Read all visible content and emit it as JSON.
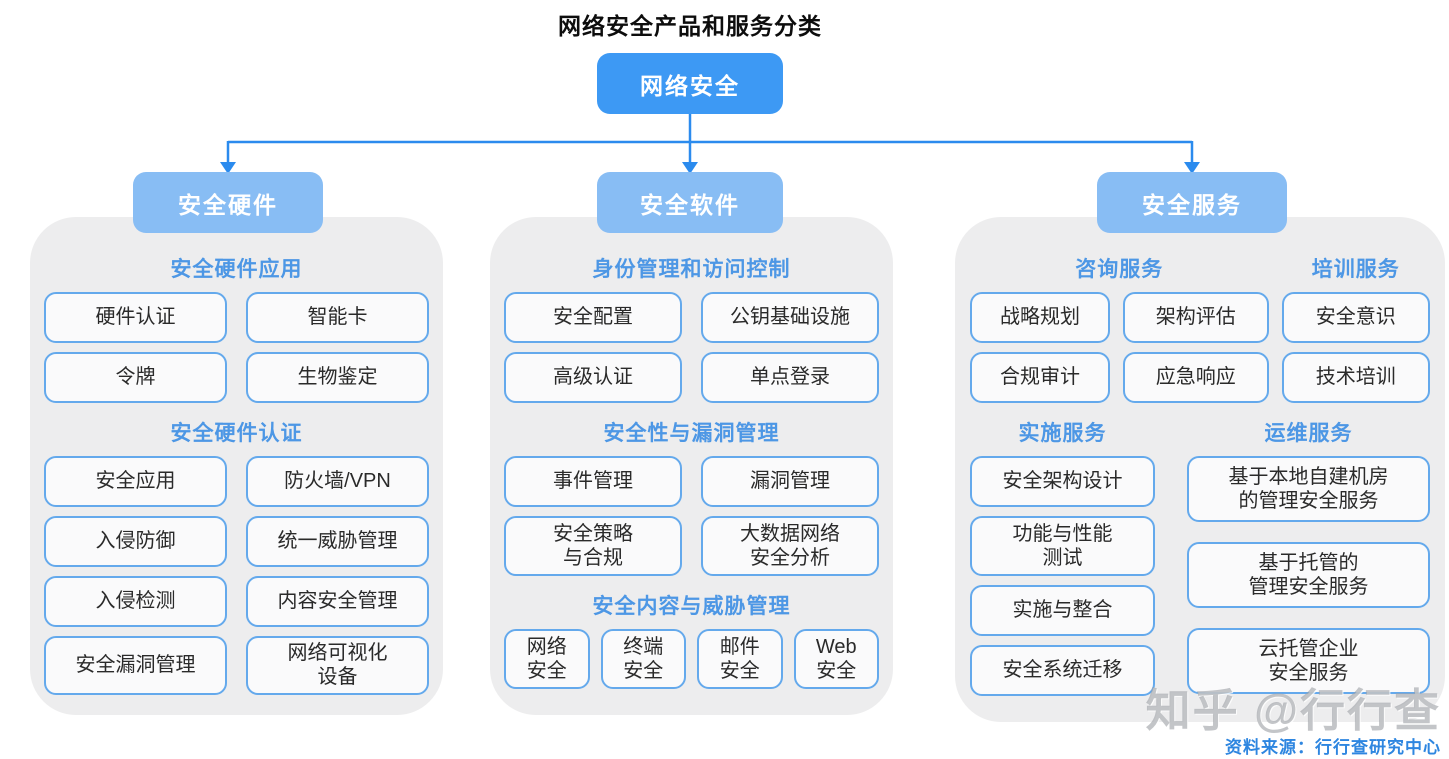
{
  "title": "网络安全产品和服务分类",
  "root": {
    "label": "网络安全"
  },
  "branches": [
    {
      "label": "安全硬件",
      "sections": [
        {
          "heading": "安全硬件应用",
          "items": [
            "硬件认证",
            "智能卡",
            "令牌",
            "生物鉴定"
          ]
        },
        {
          "heading": "安全硬件认证",
          "items": [
            "安全应用",
            "防火墙/VPN",
            "入侵防御",
            "统一威胁管理",
            "入侵检测",
            "内容安全管理",
            "安全漏洞管理",
            "网络可视化\n设备"
          ]
        }
      ]
    },
    {
      "label": "安全软件",
      "sections": [
        {
          "heading": "身份管理和访问控制",
          "items": [
            "安全配置",
            "公钥基础设施",
            "高级认证",
            "单点登录"
          ]
        },
        {
          "heading": "安全性与漏洞管理",
          "items": [
            "事件管理",
            "漏洞管理",
            "安全策略\n与合规",
            "大数据网络\n安全分析"
          ]
        },
        {
          "heading": "安全内容与威胁管理",
          "items": [
            "网络\n安全",
            "终端\n安全",
            "邮件\n安全",
            "Web\n安全"
          ]
        }
      ]
    },
    {
      "label": "安全服务",
      "sections": [
        {
          "heading": "咨询服务",
          "items": [
            "战略规划",
            "架构评估",
            "合规审计",
            "应急响应"
          ]
        },
        {
          "heading": "培训服务",
          "items": [
            "安全意识",
            "技术培训"
          ]
        },
        {
          "heading": "实施服务",
          "items": [
            "安全架构设计",
            "功能与性能\n测试",
            "实施与整合",
            "安全系统迁移"
          ]
        },
        {
          "heading": "运维服务",
          "items": [
            "基于本地自建机房\n的管理安全服务",
            "基于托管的\n管理安全服务",
            "云托管企业\n安全服务"
          ]
        }
      ]
    }
  ],
  "watermark": "知乎 @行行查",
  "source_note": "资料来源：行行查研究中心",
  "colors": {
    "root_fill": "#3d99f4",
    "branch_fill": "#88bdf4",
    "section_heading_text": "#4d97e5",
    "item_border": "#64a9ec",
    "item_bg": "#fafafb",
    "panel_bg": "#ededee",
    "connector_line": "#2b8bee",
    "source_text": "#2e86e0",
    "watermark_text": "#9ea2a6"
  }
}
